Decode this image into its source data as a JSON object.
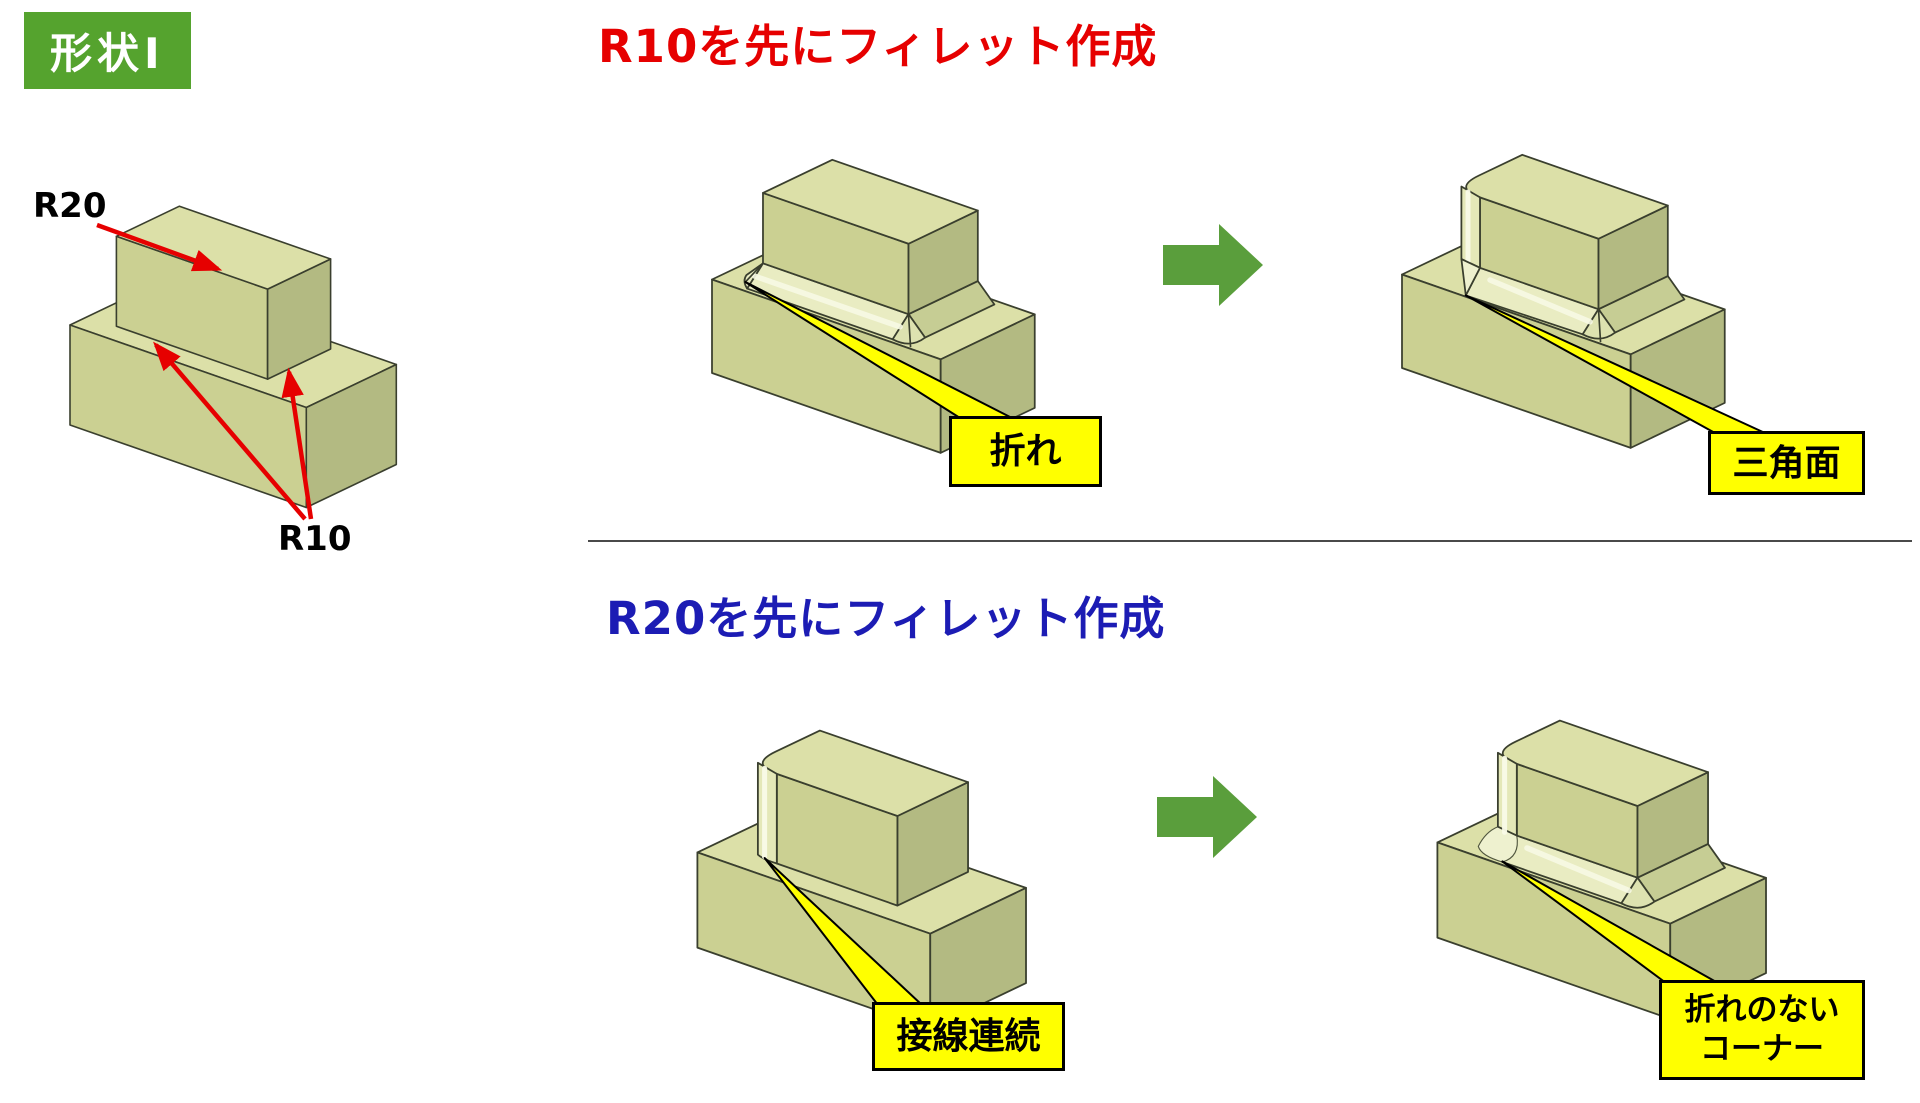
{
  "badge": {
    "label": "形状Ⅰ"
  },
  "base_figure": {
    "r20_label": "R20",
    "r10_label": "R10"
  },
  "sections": {
    "r10_first": {
      "title": "R10を先にフィレット作成",
      "callout_before": "折れ",
      "callout_after": "三角面"
    },
    "r20_first": {
      "title": "R20を先にフィレット作成",
      "callout_before": "接線連続",
      "callout_after": "折れのない\nコーナー"
    }
  },
  "colors": {
    "badge_bg": "#55a32e",
    "r10_first_title": "#e60000",
    "r20_first_title": "#1c1cb4",
    "annotation_red": "#e60000",
    "callout_bg": "#ffff00",
    "arrow_green": "#5a9e3c",
    "block_top_face": "#dce0a8",
    "block_front_face": "#cbd092",
    "block_side_face": "#b3ba82",
    "fillet_highlight": "#f7f9e4",
    "outline": "#3a3f2e"
  }
}
